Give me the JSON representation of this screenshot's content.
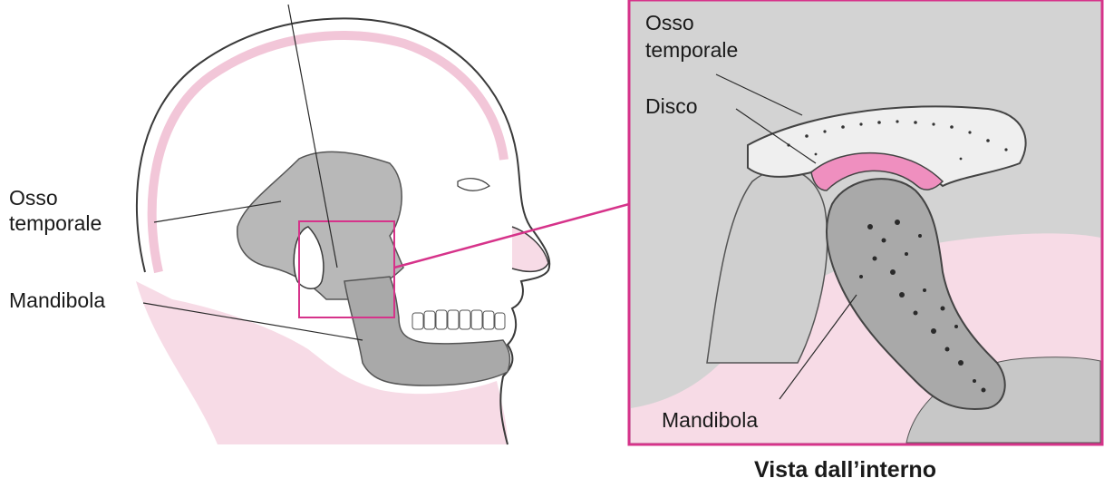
{
  "labels": {
    "head_temporal_1": "Osso",
    "head_temporal_2": "temporale",
    "head_mandible": "Mandibola",
    "inset_temporal_1": "Osso",
    "inset_temporal_2": "temporale",
    "inset_disc": "Disco",
    "inset_mandible": "Mandibola",
    "caption": "Vista dall’interno"
  },
  "colors": {
    "accent": "#d6338a",
    "skin_pink": "#f7dbe6",
    "disc_pink": "#ef8fbf",
    "bone_gray": "#a9a9a9",
    "panel_gray": "#d3d3d3",
    "outline": "#3a3a3a"
  }
}
